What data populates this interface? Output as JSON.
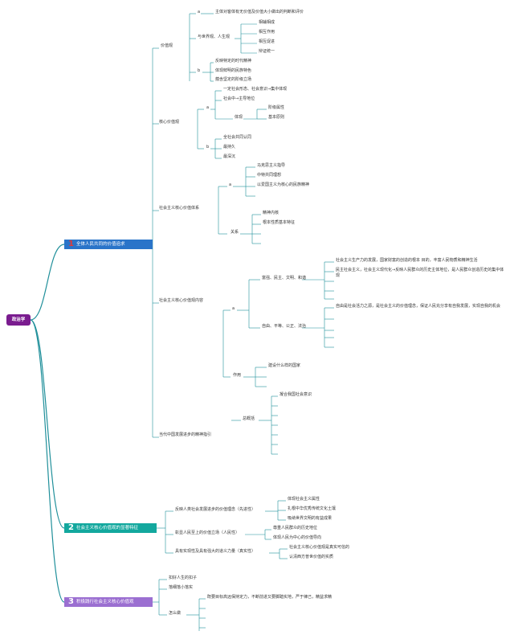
{
  "root": "政治学",
  "colors": {
    "line": "#1f8f9a",
    "root": "#7a1c8f",
    "branch1": "#2a74c9",
    "branch2": "#13a89e",
    "branch3": "#9b6fd1",
    "num1": "#e53935",
    "num2": "#ffffff",
    "num3": "#ffffff"
  },
  "branches": [
    {
      "number": "1",
      "label": "全体人民共同的价值追求",
      "children": {
        "value": {
          "label": "价值观",
          "meaning_key": "a",
          "meaning": "主体对客体有无价值及价值大小做出的判断和评价",
          "relation": "与世界观、人生观",
          "relation_items": [
            "相辅相成",
            "相互作用",
            "相互促进",
            "辩证统一"
          ],
          "feature_key": "b",
          "features": [
            "反映特定的时代精神",
            "体现鲜明的民族特色",
            "蕴含坚定的阶级立场"
          ]
        },
        "core": {
          "label": "核心价值观",
          "key_a": "a",
          "item1": "一定社会形态、社会意识→集中体现",
          "item2": "社会中→主导地位",
          "embody": "体现",
          "embody_items": [
            "阶级属性",
            "基本原则"
          ],
          "key_b": "b",
          "features": [
            "全社会共同认同",
            "最持久",
            "最深沉"
          ]
        },
        "system": {
          "label": "社会主义核心价值体系",
          "key": "a",
          "items": [
            "马克思主义指导",
            "中特共同理想",
            "以爱国主义为核心的民族精神"
          ],
          "relation": "关系",
          "relation_items": [
            "精神内核",
            "根本性质基本特征"
          ]
        },
        "content": {
          "label": "社会主义核心价值观内容",
          "key": "a",
          "g1_label": "富强、民主、文明、和谐",
          "g1_texts": [
            "社会主义生产力的发展，国家财富的创造的根本 目的，丰富人民物质和精神生活",
            "民主社会主义，社会主义现代化→反映人民群众的历史主体地位，是人民群众创造历史的集中体现"
          ],
          "g2_label": "自由、平等、公正、法治",
          "g2_text": "自由是社会活力之源，是社会主义的价值理念，保证人民充分享有自我发展，实现自我的机会",
          "use": "作用",
          "use_item": "建设什么样的国家"
        },
        "guide": {
          "label": "当代中国发展进步的精神指引",
          "summary": "总概括",
          "summary_item": "凝合我国社会意识"
        }
      }
    },
    {
      "number": "2",
      "label": "社会主义核心价值观的显著特征",
      "children": [
        {
          "label": "反映人类社会发展进步的价值理念（先进性）",
          "items": [
            "体现社会主义属性",
            "扎根中华优秀传统文化土壤",
            "吸纳世界文明的有益成果"
          ]
        },
        {
          "label": "彰显人民至上的价值立场（人民性）",
          "items": [
            "尊重人民群众的历史地位",
            "体现人民为中心的价值导向"
          ]
        },
        {
          "label": "具有实现性及具有强大的道义力量（真实性）",
          "items": [
            "社会主义核心价值观是真实可信的",
            "认清西方普世价值的实质"
          ]
        }
      ]
    },
    {
      "number": "3",
      "label": "积极践行社会主义核心价值观",
      "children": {
        "items": [
          "扣好人生的扣子",
          "落细落小落实"
        ],
        "how": "怎么做",
        "how_text": "既要目标高远保持定力，不断前进又要脚踏实地，严于律己，精益求精"
      }
    }
  ]
}
